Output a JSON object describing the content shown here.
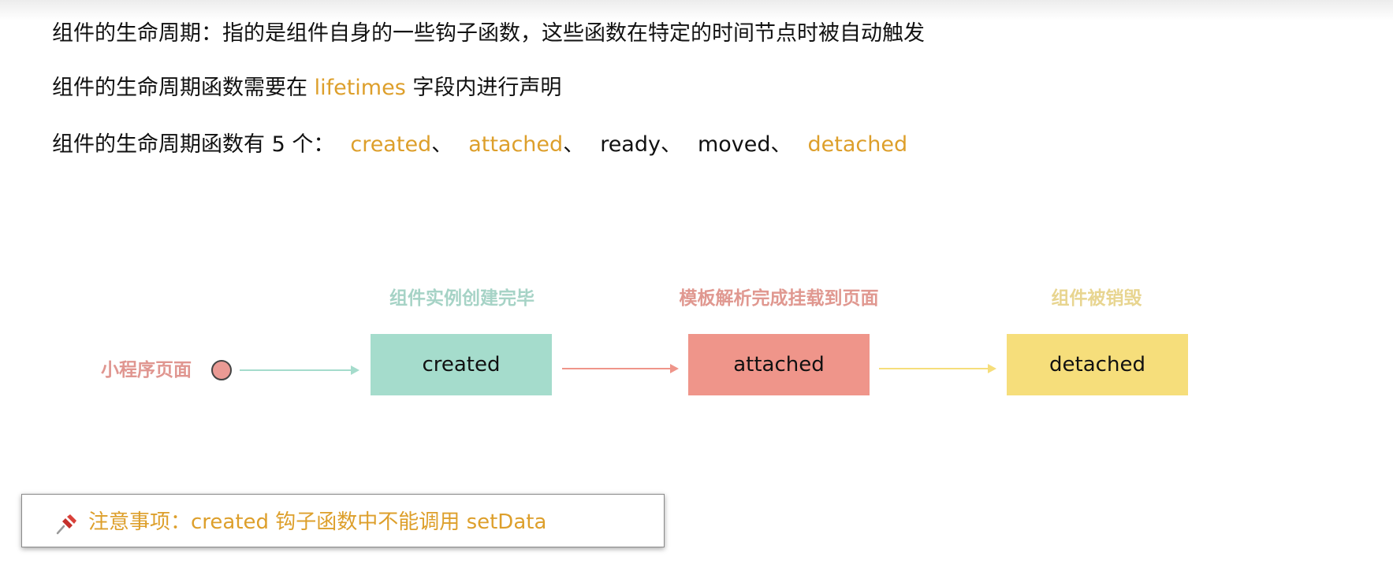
{
  "intro": {
    "line1": "组件的生命周期：指的是组件自身的一些钩子函数，这些函数在特定的时间节点时被自动触发",
    "line2_prefix": "组件的生命周期函数需要在 ",
    "line2_keyword": "lifetimes",
    "line2_suffix": " 字段内进行声明",
    "line3_prefix": "组件的生命周期函数有 5 个：",
    "hooks": [
      {
        "name": "created",
        "sep": "、",
        "highlight": true
      },
      {
        "name": "attached",
        "sep": "、",
        "highlight": true
      },
      {
        "name": "ready",
        "sep": "、",
        "highlight": false
      },
      {
        "name": "moved",
        "sep": "、",
        "highlight": false
      },
      {
        "name": "detached",
        "sep": "",
        "highlight": true
      }
    ]
  },
  "flow": {
    "start_label": "小程序页面",
    "steps": [
      {
        "label": "组件实例创建完毕",
        "box_text": "created",
        "color": "#a5dccc"
      },
      {
        "label": "模板解析完成挂载到页面",
        "box_text": "attached",
        "color": "#ef958a"
      },
      {
        "label": "组件被销毁",
        "box_text": "detached",
        "color": "#f6de7b"
      }
    ]
  },
  "note": {
    "icon": "pushpin-icon",
    "text": "注意事项：created 钩子函数中不能调用 setData"
  },
  "colors": {
    "highlight": "#dd9f2b",
    "start_dot": "#ea9a94"
  }
}
